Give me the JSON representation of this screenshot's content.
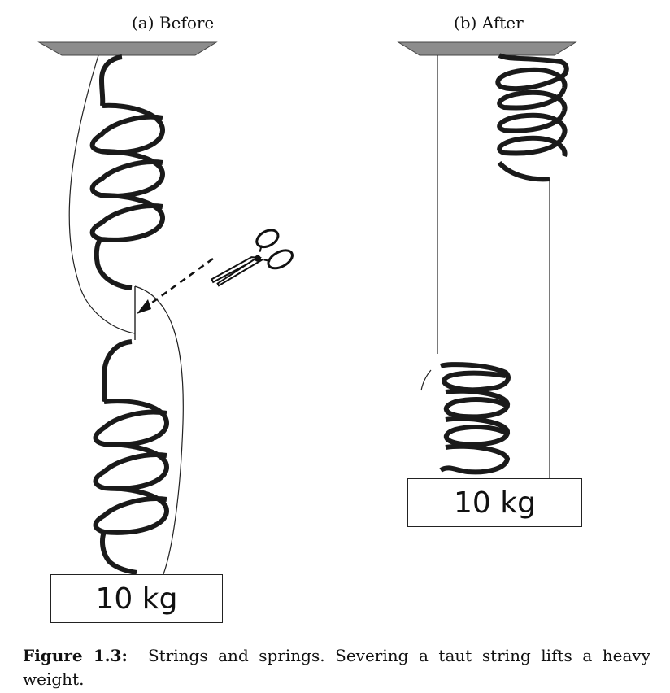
{
  "panels": {
    "before": {
      "title": "(a) Before",
      "weight_label": "10 kg"
    },
    "after": {
      "title": "(b) After",
      "weight_label": "10 kg"
    }
  },
  "caption": {
    "label": "Figure 1.3:",
    "text": "Strings and springs. Severing a taut string lifts a heavy weight."
  },
  "icons": [
    "scissors-icon"
  ],
  "colors": {
    "ceiling": "#8c8c8c",
    "spring": "#1a1a1a",
    "string": "#222222"
  }
}
